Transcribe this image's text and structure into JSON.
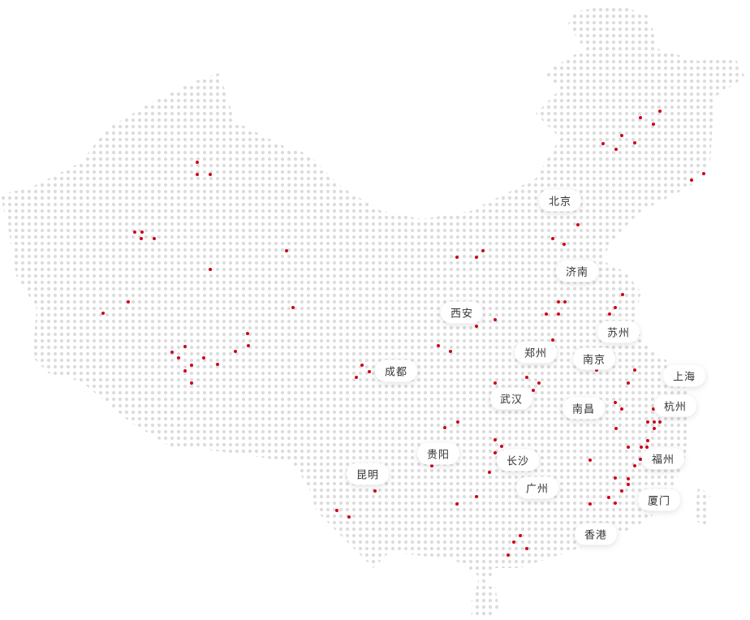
{
  "colors": {
    "dot": "#dcdcdc",
    "marker": "#d0021b",
    "label_text": "#333333"
  },
  "cities": [
    {
      "id": "beijing",
      "name": "北京"
    },
    {
      "id": "jinan",
      "name": "济南"
    },
    {
      "id": "xian",
      "name": "西安"
    },
    {
      "id": "suzhou",
      "name": "苏州"
    },
    {
      "id": "zhengzhou",
      "name": "郑州"
    },
    {
      "id": "nanjing",
      "name": "南京"
    },
    {
      "id": "chengdu",
      "name": "成都"
    },
    {
      "id": "shanghai",
      "name": "上海"
    },
    {
      "id": "wuhan",
      "name": "武汉"
    },
    {
      "id": "hangzhou",
      "name": "杭州"
    },
    {
      "id": "nanchang",
      "name": "南昌"
    },
    {
      "id": "guiyang",
      "name": "贵阳"
    },
    {
      "id": "fuzhou",
      "name": "福州"
    },
    {
      "id": "changsha",
      "name": "长沙"
    },
    {
      "id": "kunming",
      "name": "昆明"
    },
    {
      "id": "guangzhou",
      "name": "广州"
    },
    {
      "id": "xiamen",
      "name": "厦门"
    },
    {
      "id": "hongkong",
      "name": "香港"
    }
  ]
}
